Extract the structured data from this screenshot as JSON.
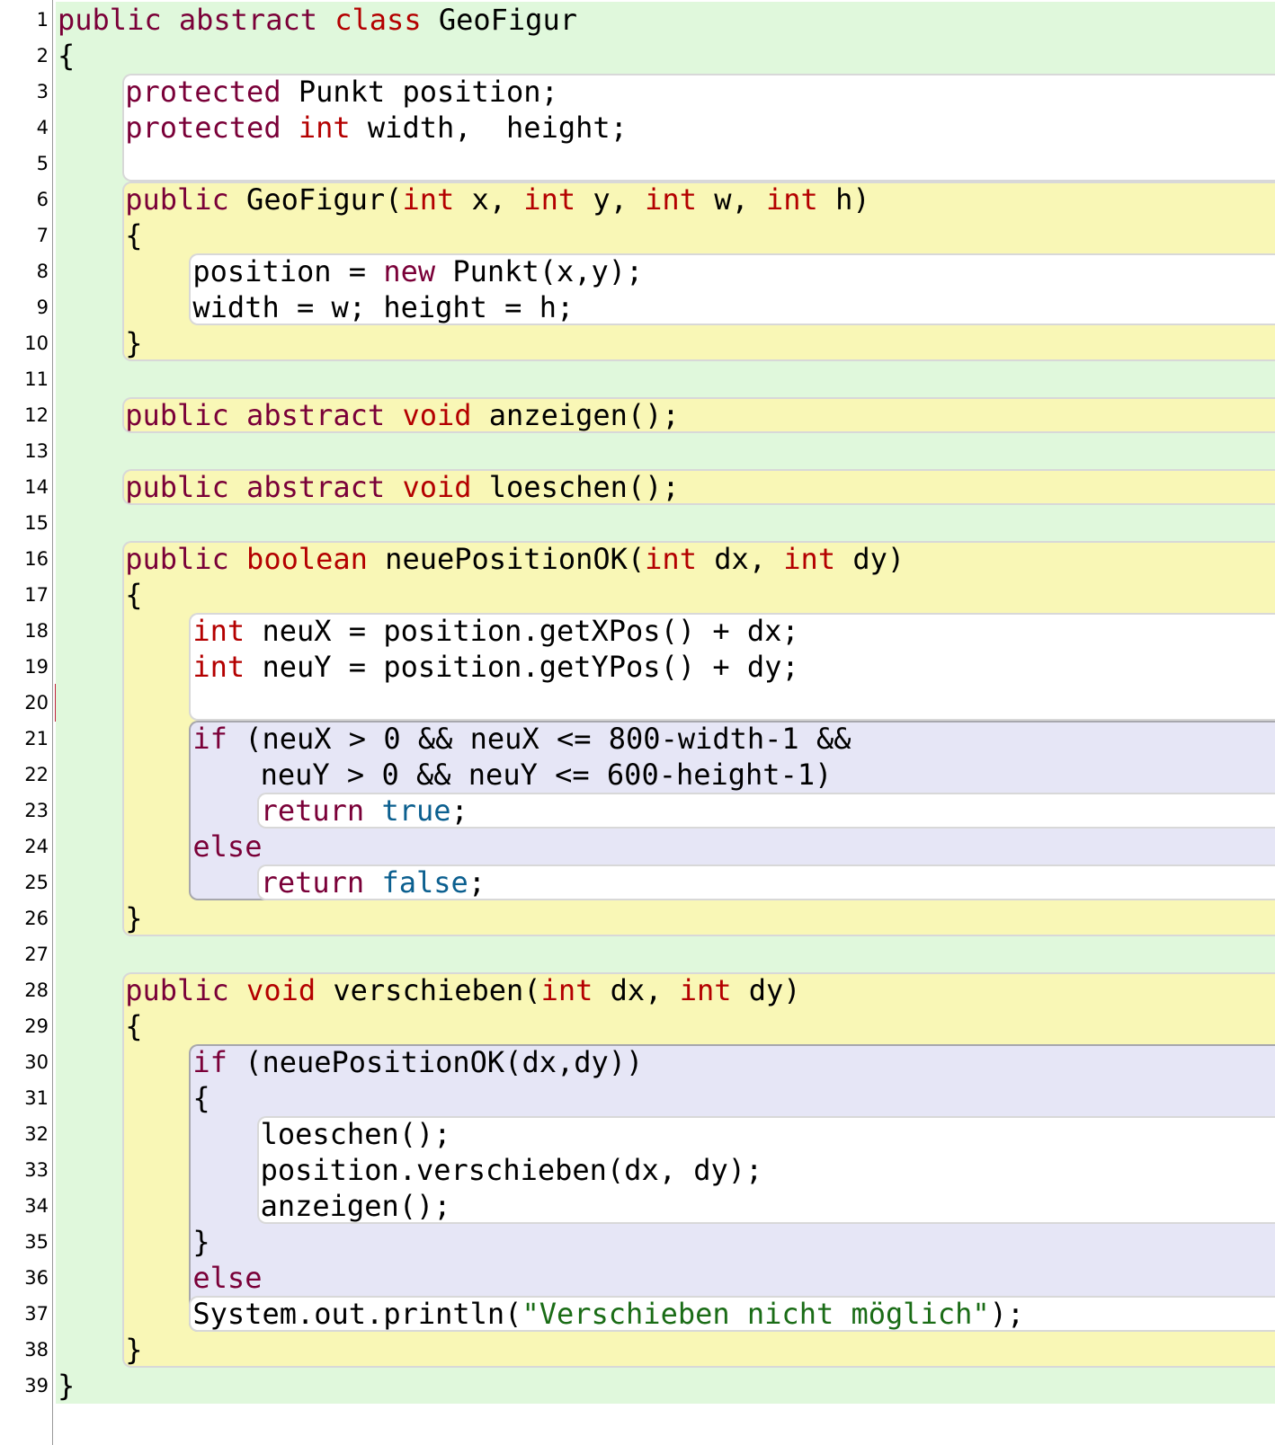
{
  "editor": {
    "title": "GeoFigur",
    "line_numbers": [
      "1",
      "2",
      "3",
      "4",
      "5",
      "6",
      "7",
      "8",
      "9",
      "10",
      "11",
      "12",
      "13",
      "14",
      "15",
      "16",
      "17",
      "18",
      "19",
      "20",
      "21",
      "22",
      "23",
      "24",
      "25",
      "26",
      "27",
      "28",
      "29",
      "30",
      "31",
      "32",
      "33",
      "34",
      "35",
      "36",
      "37",
      "38",
      "39"
    ],
    "lines": [
      [
        {
          "t": "public",
          "c": "kw"
        },
        {
          "t": " "
        },
        {
          "t": "abstract",
          "c": "kw"
        },
        {
          "t": " "
        },
        {
          "t": "class",
          "c": "ty"
        },
        {
          "t": " GeoFigur"
        }
      ],
      [
        {
          "t": "{"
        }
      ],
      [
        {
          "t": "protected",
          "c": "kw"
        },
        {
          "t": " Punkt position;"
        }
      ],
      [
        {
          "t": "protected",
          "c": "kw"
        },
        {
          "t": " "
        },
        {
          "t": "int",
          "c": "ty"
        },
        {
          "t": " width,  height;"
        }
      ],
      [],
      [
        {
          "t": "public",
          "c": "kw"
        },
        {
          "t": " GeoFigur("
        },
        {
          "t": "int",
          "c": "ty"
        },
        {
          "t": " x, "
        },
        {
          "t": "int",
          "c": "ty"
        },
        {
          "t": " y, "
        },
        {
          "t": "int",
          "c": "ty"
        },
        {
          "t": " w, "
        },
        {
          "t": "int",
          "c": "ty"
        },
        {
          "t": " h)"
        }
      ],
      [
        {
          "t": "{"
        }
      ],
      [
        {
          "t": "position = "
        },
        {
          "t": "new",
          "c": "kw"
        },
        {
          "t": " Punkt(x,y);"
        }
      ],
      [
        {
          "t": "width = w; height = h;"
        }
      ],
      [
        {
          "t": "}"
        }
      ],
      [],
      [
        {
          "t": "public",
          "c": "kw"
        },
        {
          "t": " "
        },
        {
          "t": "abstract",
          "c": "kw"
        },
        {
          "t": " "
        },
        {
          "t": "void",
          "c": "ty"
        },
        {
          "t": " anzeigen();"
        }
      ],
      [],
      [
        {
          "t": "public",
          "c": "kw"
        },
        {
          "t": " "
        },
        {
          "t": "abstract",
          "c": "kw"
        },
        {
          "t": " "
        },
        {
          "t": "void",
          "c": "ty"
        },
        {
          "t": " loeschen();"
        }
      ],
      [],
      [
        {
          "t": "public",
          "c": "kw"
        },
        {
          "t": " "
        },
        {
          "t": "boolean",
          "c": "ty"
        },
        {
          "t": " neuePositionOK("
        },
        {
          "t": "int",
          "c": "ty"
        },
        {
          "t": " dx, "
        },
        {
          "t": "int",
          "c": "ty"
        },
        {
          "t": " dy)"
        }
      ],
      [
        {
          "t": "{"
        }
      ],
      [
        {
          "t": "int",
          "c": "ty"
        },
        {
          "t": " neuX = position.getXPos() + dx;"
        }
      ],
      [
        {
          "t": "int",
          "c": "ty"
        },
        {
          "t": " neuY = position.getYPos() + dy;"
        }
      ],
      [],
      [
        {
          "t": "if",
          "c": "kw"
        },
        {
          "t": " (neuX > 0 && neuX <= 800-width-1 &&"
        }
      ],
      [
        {
          "t": "neuY > 0 && neuY <= 600-height-1)"
        }
      ],
      [
        {
          "t": "return",
          "c": "kw"
        },
        {
          "t": " "
        },
        {
          "t": "true",
          "c": "lit"
        },
        {
          "t": ";"
        }
      ],
      [
        {
          "t": "else",
          "c": "kw"
        }
      ],
      [
        {
          "t": "return",
          "c": "kw"
        },
        {
          "t": " "
        },
        {
          "t": "false",
          "c": "lit"
        },
        {
          "t": ";"
        }
      ],
      [
        {
          "t": "}"
        }
      ],
      [],
      [
        {
          "t": "public",
          "c": "kw"
        },
        {
          "t": " "
        },
        {
          "t": "void",
          "c": "ty"
        },
        {
          "t": " verschieben("
        },
        {
          "t": "int",
          "c": "ty"
        },
        {
          "t": " dx, "
        },
        {
          "t": "int",
          "c": "ty"
        },
        {
          "t": " dy)"
        }
      ],
      [
        {
          "t": "{"
        }
      ],
      [
        {
          "t": "if",
          "c": "kw"
        },
        {
          "t": " (neuePositionOK(dx,dy))"
        }
      ],
      [
        {
          "t": "{"
        }
      ],
      [
        {
          "t": "loeschen();"
        }
      ],
      [
        {
          "t": "position.verschieben(dx, dy);"
        }
      ],
      [
        {
          "t": "anzeigen();"
        }
      ],
      [
        {
          "t": "}"
        }
      ],
      [
        {
          "t": "else",
          "c": "kw"
        }
      ],
      [
        {
          "t": "System.out.println("
        },
        {
          "t": "\"Verschieben nicht möglich\"",
          "c": "str"
        },
        {
          "t": ");"
        }
      ],
      [
        {
          "t": "}"
        }
      ],
      [
        {
          "t": "}"
        }
      ]
    ]
  }
}
